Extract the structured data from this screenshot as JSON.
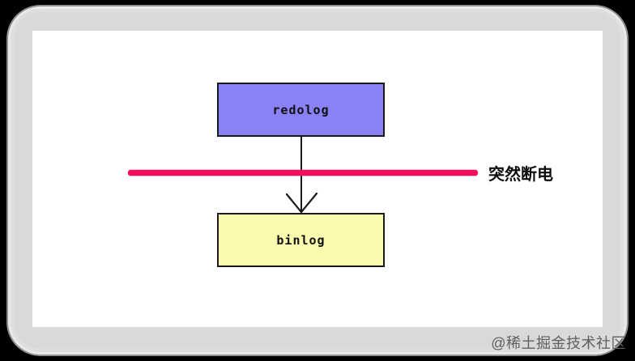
{
  "frame": {
    "background": "#000000",
    "panel_color": "#d9d9d9",
    "paper_color": "#ffffff"
  },
  "diagram": {
    "nodes": [
      {
        "id": "redolog",
        "label": "redolog",
        "fill": "#8881f8",
        "border": "#1a1a1a"
      },
      {
        "id": "binlog",
        "label": "binlog",
        "fill": "#fbfbb0",
        "border": "#1a1a1a"
      }
    ],
    "edge": {
      "from": "redolog",
      "to": "binlog",
      "direction": "down"
    },
    "failure_line": {
      "label": "突然断电",
      "color": "#f20d5a"
    }
  },
  "watermark": {
    "text": "@稀土掘金技术社区",
    "color": "#5f5f5f"
  }
}
